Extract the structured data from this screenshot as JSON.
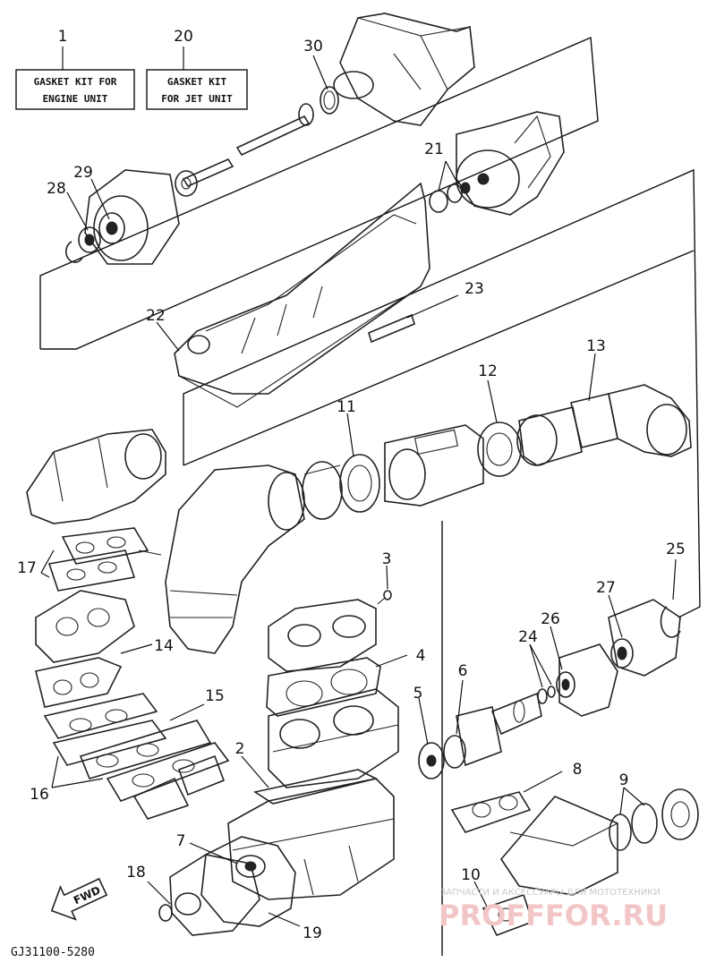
{
  "gasket_kits": [
    {
      "number": "1",
      "line1": "GASKET KIT FOR",
      "line2": "ENGINE UNIT"
    },
    {
      "number": "20",
      "line1": "GASKET KIT",
      "line2": "FOR JET UNIT"
    }
  ],
  "part_labels": [
    "2",
    "3",
    "4",
    "5",
    "6",
    "7",
    "8",
    "9",
    "10",
    "11",
    "12",
    "13",
    "14",
    "15",
    "16",
    "17",
    "18",
    "19",
    "21",
    "22",
    "23",
    "24",
    "25",
    "26",
    "27",
    "28",
    "29",
    "30"
  ],
  "direction_arrow": "FWD",
  "drawing_code": "GJ31100-5280",
  "watermark": {
    "line1": "ЗАПЧАСТИ И АКСЕССУАРЫ ДЛЯ МОТОТЕХНИКИ",
    "line2": "PROFFFOR.RU"
  }
}
